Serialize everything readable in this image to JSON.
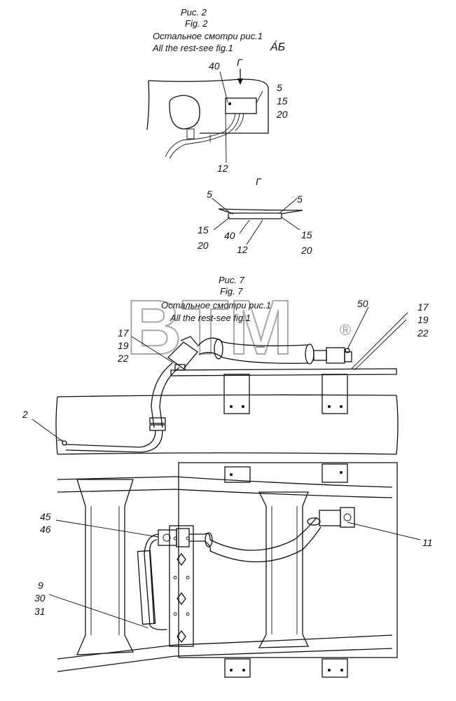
{
  "fig2": {
    "caption_ru": "Рис. 2",
    "caption_en": "Fig. 2",
    "note_ru": "Остальное смотри рис.1",
    "note_en": "All the rest-see fig.1",
    "view_ab": "А́Б",
    "view_g": "Г",
    "labels": {
      "p40": "40",
      "p5": "5",
      "p15": "15",
      "p20": "20",
      "p12": "12"
    }
  },
  "sectionG": {
    "title": "Г",
    "labels": {
      "left5": "5",
      "right5": "5",
      "left15": "15",
      "left20": "20",
      "p40": "40",
      "p12": "12",
      "right15": "15",
      "right20": "20"
    }
  },
  "fig7": {
    "caption_ru": "Рис. 7",
    "caption_en": "Fig. 7",
    "note_ru": "Остальное смотри рис.1",
    "note_en": "All the rest-see fig.1",
    "labels": {
      "p17l": "17",
      "p19l": "19",
      "p22l": "22",
      "p50": "50",
      "p17r": "17",
      "p19r": "19",
      "p22r": "22",
      "p2": "2"
    }
  },
  "plan": {
    "labels": {
      "p45": "45",
      "p46": "46",
      "p11": "11",
      "p9": "9",
      "p30": "30",
      "p31": "31"
    }
  },
  "watermark": {
    "text": "BTM",
    "mark": "®"
  }
}
